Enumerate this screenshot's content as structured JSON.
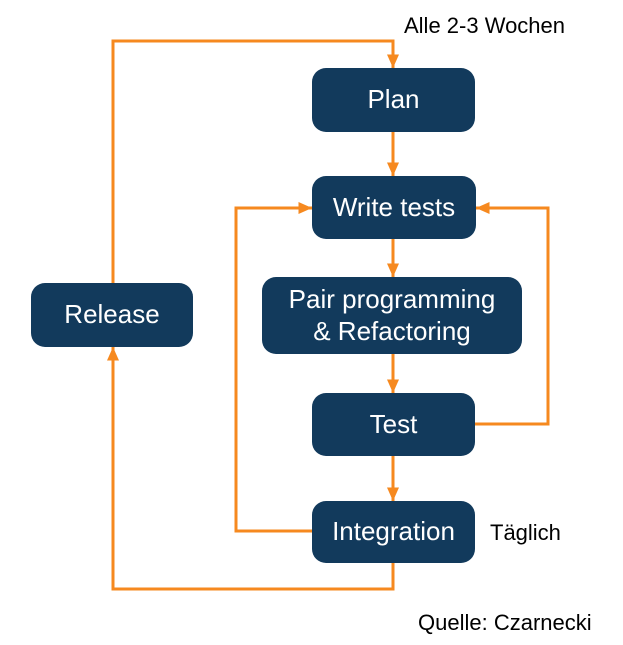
{
  "diagram": {
    "type": "flowchart",
    "subject": "XP development cycle"
  },
  "colors": {
    "node_fill": "#123A5C",
    "arrow": "#F6891F",
    "node_text": "#FFFFFF",
    "annotation_text": "#000000"
  },
  "nodes": {
    "plan": {
      "label": "Plan"
    },
    "write_tests": {
      "label": "Write tests"
    },
    "pair_programming": {
      "line1": "Pair programming",
      "line2": "& Refactoring"
    },
    "test": {
      "label": "Test"
    },
    "integration": {
      "label": "Integration"
    },
    "release": {
      "label": "Release"
    }
  },
  "annotations": {
    "cycle_note": "Alle 2-3 Wochen",
    "daily_note": "Täglich",
    "source": "Quelle: Czarnecki"
  },
  "edges": [
    {
      "from": "plan",
      "to": "write_tests"
    },
    {
      "from": "write_tests",
      "to": "pair_programming"
    },
    {
      "from": "pair_programming",
      "to": "test"
    },
    {
      "from": "test",
      "to": "integration"
    },
    {
      "from": "test",
      "to": "write_tests",
      "note": "loop right side"
    },
    {
      "from": "integration",
      "to": "write_tests",
      "note": "loop left side"
    },
    {
      "from": "integration",
      "to": "release",
      "note": "bottom loop"
    },
    {
      "from": "release",
      "to": "plan",
      "note": "top loop, Alle 2-3 Wochen"
    }
  ]
}
